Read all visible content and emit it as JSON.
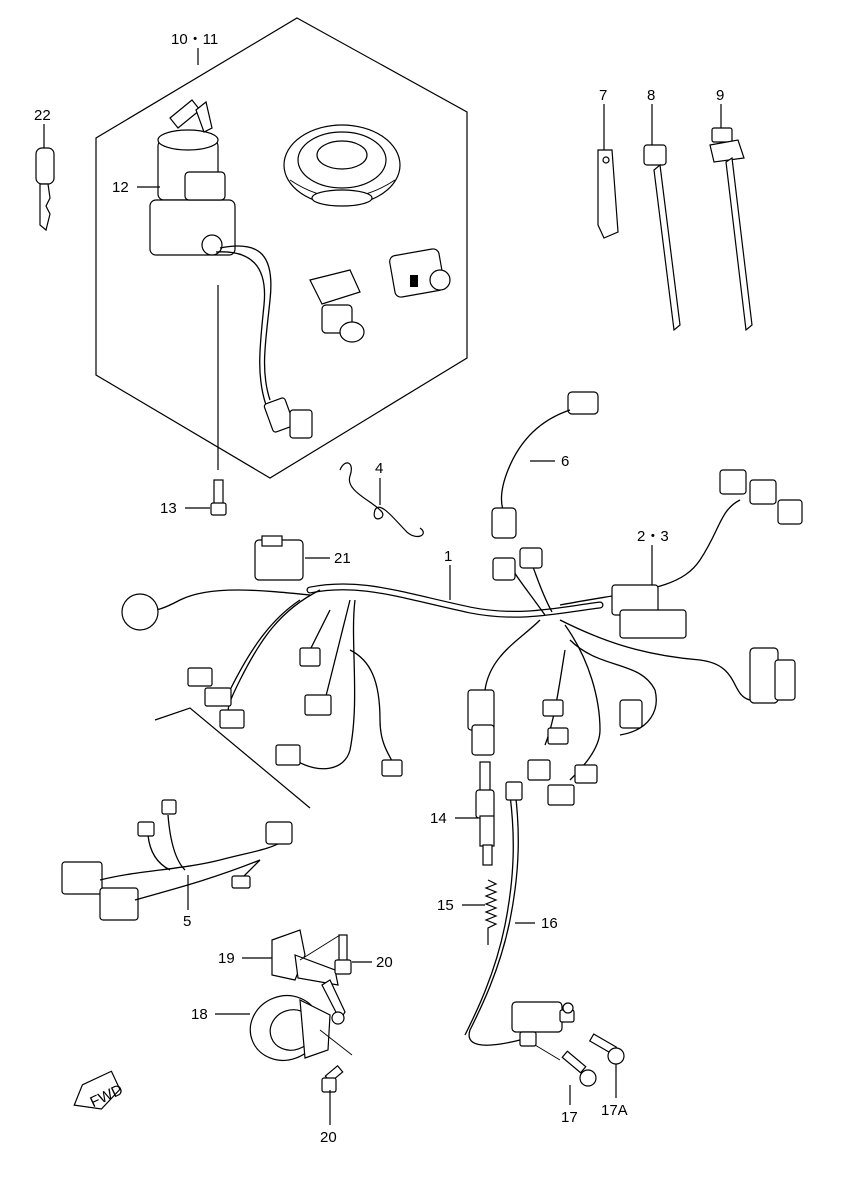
{
  "labels": {
    "p10_11": "10・11",
    "p22": "22",
    "p12": "12",
    "p13": "13",
    "p7": "7",
    "p8": "8",
    "p9": "9",
    "p6": "6",
    "p4": "4",
    "p2_3": "2・3",
    "p21": "21",
    "p1": "1",
    "p14": "14",
    "p15": "15",
    "p16": "16",
    "p5": "5",
    "p19": "19",
    "p20a": "20",
    "p18": "18",
    "p20b": "20",
    "p17": "17",
    "p17a": "17A"
  },
  "fwd": "FWD"
}
